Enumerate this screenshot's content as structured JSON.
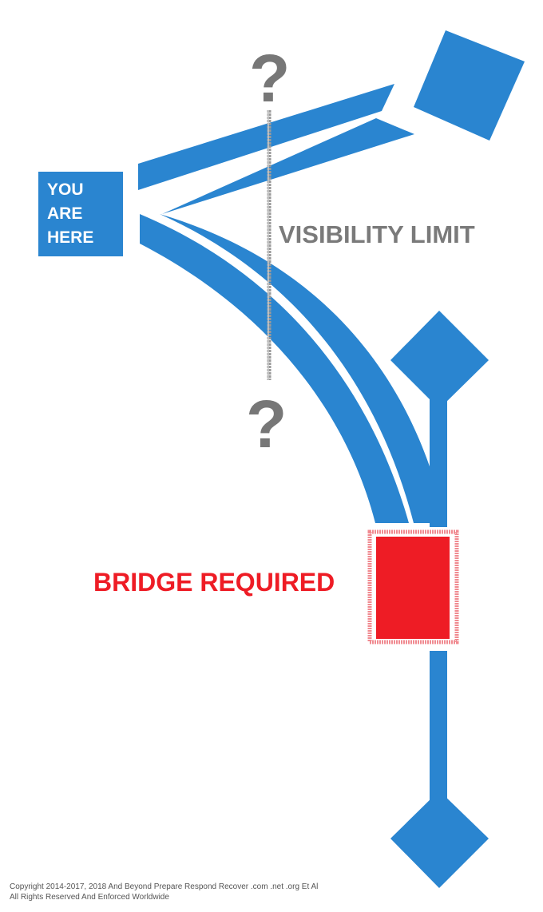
{
  "colors": {
    "path_blue": "#2a85d0",
    "bridge_red": "#ee1c25",
    "limit_gray": "#7a7a7a",
    "background": "#ffffff"
  },
  "start_box": {
    "lines": [
      "YOU",
      "ARE",
      "HERE"
    ]
  },
  "visibility_limit": {
    "label": "VISIBILITY LIMIT",
    "top_marker": "?",
    "bottom_marker": "?"
  },
  "bridge": {
    "label": "BRIDGE REQUIRED"
  },
  "footer": {
    "line1": "Copyright 2014-2017, 2018 And Beyond Prepare Respond Recover .com .net .org Et Al",
    "line2": "All Rights Reserved And Enforced Worldwide"
  }
}
